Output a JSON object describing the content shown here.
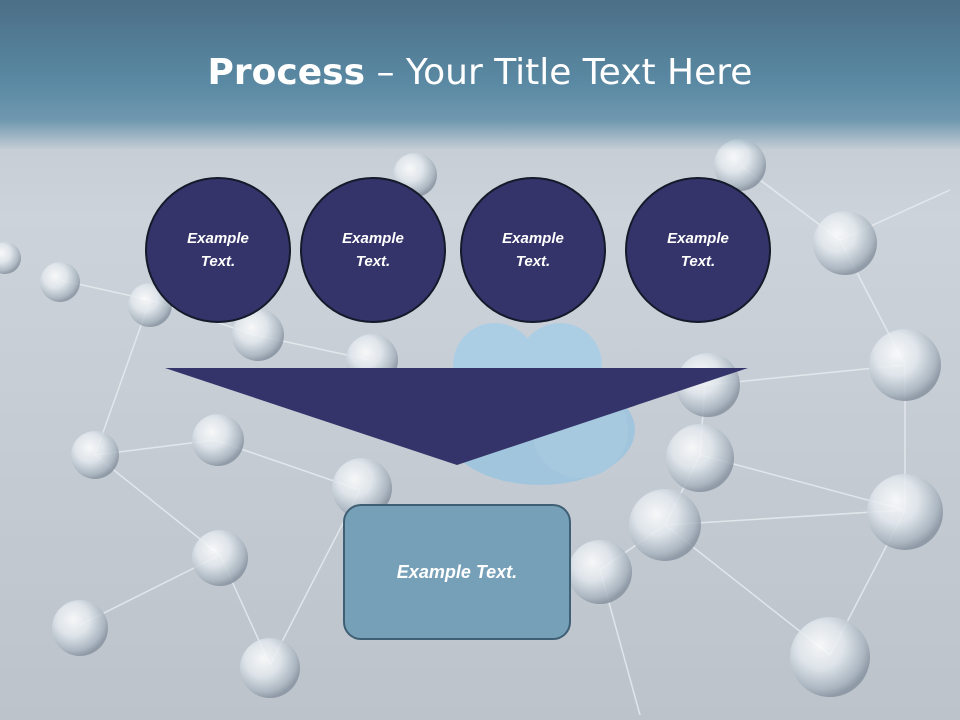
{
  "title": {
    "bold": "Process",
    "rest": " – Your Title Text Here"
  },
  "steps": [
    {
      "label": "Example Text."
    },
    {
      "label": "Example Text."
    },
    {
      "label": "Example Text."
    },
    {
      "label": "Example Text."
    }
  ],
  "result": {
    "label": "Example Text."
  },
  "colors": {
    "circle": "#35346a",
    "funnel": "#35346a",
    "box": "#76a0b8",
    "header": "#5a89a3"
  }
}
